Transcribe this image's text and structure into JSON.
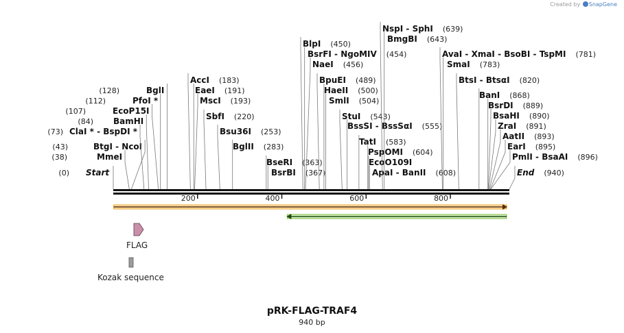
{
  "credit": {
    "prefix": "Created by",
    "brand": "SnapGene"
  },
  "plasmid": {
    "name": "pRK-FLAG-TRAF4",
    "size_label": "940 bp",
    "length": 940
  },
  "ruler": {
    "ticks": [
      "200",
      "400",
      "600",
      "800"
    ],
    "tick_values": [
      200,
      400,
      600,
      800
    ]
  },
  "colors": {
    "orf_orange": "#e9a325",
    "orf_green": "#7dc142",
    "flag_feature": "#c98fab",
    "kozak_feature": "#9d9d9d",
    "backbone": "#111111"
  },
  "features": [
    {
      "name": "FLAG",
      "type": "arrow-right",
      "color": "#c98fab"
    },
    {
      "name": "Kozak sequence",
      "type": "box",
      "color": "#9d9d9d"
    }
  ],
  "orfs": [
    {
      "direction": "forward",
      "start": 1,
      "end": 940,
      "color": "#e9a325"
    },
    {
      "direction": "reverse",
      "start": 390,
      "end": 940,
      "color": "#7dc142"
    }
  ],
  "sites": [
    {
      "text": "Start",
      "pos": "(0)",
      "bp": 0,
      "italic": true
    },
    {
      "text": "MmeI",
      "pos": "(38)",
      "bp": 38
    },
    {
      "text": "BtgI  -  NcoI",
      "pos": "(43)",
      "bp": 43
    },
    {
      "text": "ClaI *  -  BspDI *",
      "pos": "(73)",
      "bp": 73
    },
    {
      "text": "BamHI",
      "pos": "(84)",
      "bp": 84
    },
    {
      "text": "EcoP15I",
      "pos": "(107)",
      "bp": 107
    },
    {
      "text": "PfoI *",
      "pos": "(112)",
      "bp": 112
    },
    {
      "text": "BglI",
      "pos": "(128)",
      "bp": 128
    },
    {
      "text": "AccI",
      "pos": "(183)",
      "bp": 183
    },
    {
      "text": "EaeI",
      "pos": "(191)",
      "bp": 191
    },
    {
      "text": "MscI",
      "pos": "(193)",
      "bp": 193
    },
    {
      "text": "SbfI",
      "pos": "(220)",
      "bp": 220
    },
    {
      "text": "Bsu36I",
      "pos": "(253)",
      "bp": 253
    },
    {
      "text": "BglII",
      "pos": "(283)",
      "bp": 283
    },
    {
      "text": "BseRI",
      "pos": "(363)",
      "bp": 363
    },
    {
      "text": "BsrBI",
      "pos": "(367)",
      "bp": 367
    },
    {
      "text": "BlpI",
      "pos": "(450)",
      "bp": 450
    },
    {
      "text": "BsrFI  -  NgoMIV",
      "pos": "(454)",
      "bp": 454
    },
    {
      "text": "NaeI",
      "pos": "(456)",
      "bp": 456
    },
    {
      "text": "BpuEI",
      "pos": "(489)",
      "bp": 489
    },
    {
      "text": "HaeII",
      "pos": "(500)",
      "bp": 500
    },
    {
      "text": "SmlI",
      "pos": "(504)",
      "bp": 504
    },
    {
      "text": "StuI",
      "pos": "(543)",
      "bp": 543
    },
    {
      "text": "BssSI  -  BssSαI",
      "pos": "(555)",
      "bp": 555
    },
    {
      "text": "TatI",
      "pos": "(583)",
      "bp": 583
    },
    {
      "text": "PspOMI",
      "pos": "(604)",
      "bp": 604
    },
    {
      "text": "EcoO109I",
      "pos": "",
      "bp": 606
    },
    {
      "text": "ApaI  -  BanII",
      "pos": "(608)",
      "bp": 608
    },
    {
      "text": "NspI  -  SphI",
      "pos": "(639)",
      "bp": 639
    },
    {
      "text": "BmgBI",
      "pos": "(643)",
      "bp": 643
    },
    {
      "text": "AvaI  -  XmaI  -  BsoBI  -  TspMI",
      "pos": "(781)",
      "bp": 781
    },
    {
      "text": "SmaI",
      "pos": "(783)",
      "bp": 783
    },
    {
      "text": "BtsI  -  BtsαI",
      "pos": "(820)",
      "bp": 820
    },
    {
      "text": "BanI",
      "pos": "(868)",
      "bp": 868
    },
    {
      "text": "BsrDI",
      "pos": "(889)",
      "bp": 889
    },
    {
      "text": "BsaHI",
      "pos": "(890)",
      "bp": 890
    },
    {
      "text": "ZraI",
      "pos": "(891)",
      "bp": 891
    },
    {
      "text": "AatII",
      "pos": "(893)",
      "bp": 893
    },
    {
      "text": "EarI",
      "pos": "(895)",
      "bp": 895
    },
    {
      "text": "PmlI  -  BsaAI",
      "pos": "(896)",
      "bp": 896
    },
    {
      "text": "End",
      "pos": "(940)",
      "bp": 940,
      "italic": true
    }
  ]
}
